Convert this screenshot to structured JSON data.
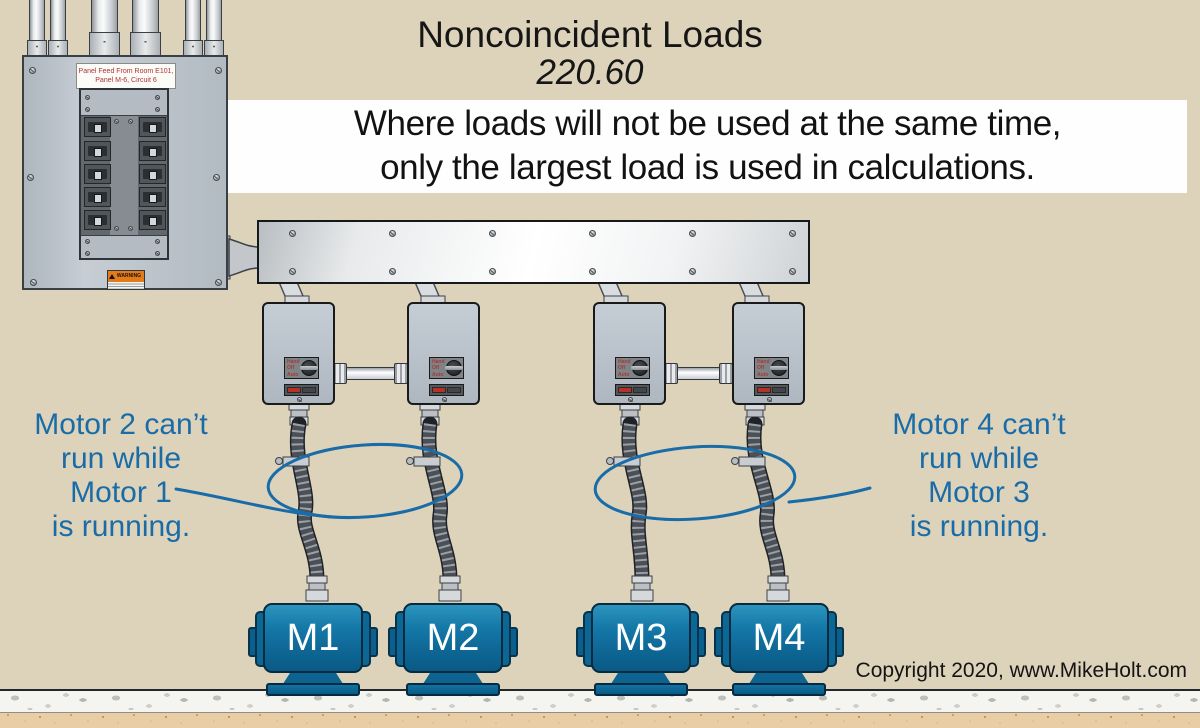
{
  "colors": {
    "background": "#ddd3ba",
    "annotation_blue": "#1a6ca8",
    "motor_blue": "#0e6694",
    "panel_label_red": "#b13434",
    "warning_orange": "#e57b17"
  },
  "title": {
    "heading": "Noncoincident Loads",
    "code_ref": "220.60"
  },
  "rule_box": {
    "line1": "Where loads will not be used at the same time,",
    "line2": "only the largest load is used in calculations."
  },
  "panel": {
    "label_line1": "Panel Feed From Room E101,",
    "label_line2": "Panel M-6, Circuit 6",
    "warning_text": "WARNING"
  },
  "disconnect_switch": {
    "selector_labels": [
      "Hand",
      "Off",
      "Auto"
    ]
  },
  "motors": [
    {
      "label": "M1"
    },
    {
      "label": "M2"
    },
    {
      "label": "M3"
    },
    {
      "label": "M4"
    }
  ],
  "annotations": {
    "left": {
      "lines": [
        "Motor 2 can’t",
        "run while",
        "Motor 1",
        "is running."
      ]
    },
    "right": {
      "lines": [
        "Motor 4 can’t",
        "run while",
        "Motor 3",
        "is running."
      ]
    }
  },
  "footer": {
    "copyright": "Copyright 2020, www.MikeHolt.com"
  }
}
